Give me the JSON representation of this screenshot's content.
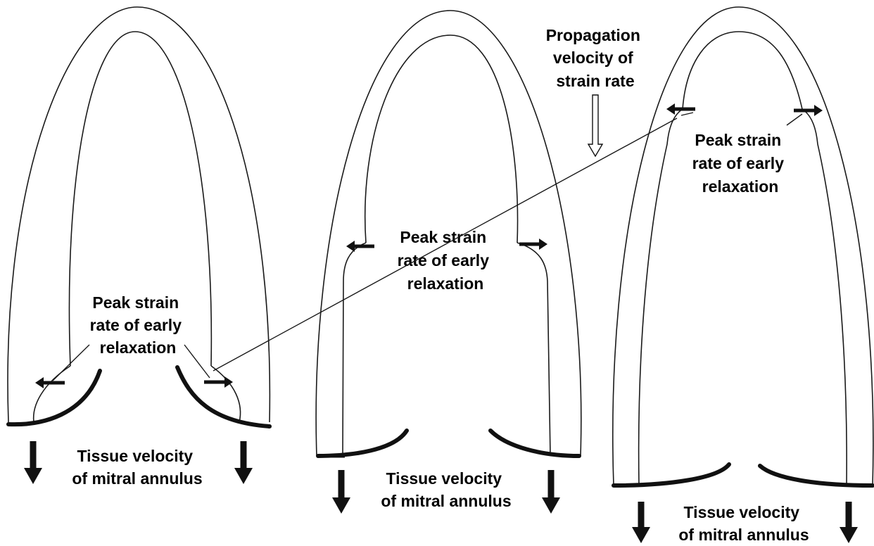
{
  "colors": {
    "ink": "#111111",
    "background": "#ffffff",
    "hollow_arrow": "#ffffff"
  },
  "propagation_label": {
    "lines": [
      "Propagation",
      "velocity of",
      "strain rate"
    ]
  },
  "panels": [
    {
      "id": "left",
      "peak_label": [
        "Peak strain",
        "rate of early",
        "relaxation"
      ],
      "tissue_label": [
        "Tissue velocity",
        "of mitral annulus"
      ],
      "icons": [
        "outward-arrow-icon",
        "outward-arrow-icon",
        "down-arrow-icon",
        "down-arrow-icon"
      ]
    },
    {
      "id": "middle",
      "peak_label": [
        "Peak strain",
        "rate of early",
        "relaxation"
      ],
      "tissue_label": [
        "Tissue velocity",
        "of mitral annulus"
      ],
      "icons": [
        "outward-arrow-icon",
        "outward-arrow-icon",
        "down-arrow-icon",
        "down-arrow-icon"
      ]
    },
    {
      "id": "right",
      "peak_label": [
        "Peak strain",
        "rate of early",
        "relaxation"
      ],
      "tissue_label": [
        "Tissue velocity",
        "of mitral annulus"
      ],
      "icons": [
        "outward-arrow-icon",
        "outward-arrow-icon",
        "down-arrow-icon",
        "down-arrow-icon"
      ]
    }
  ]
}
